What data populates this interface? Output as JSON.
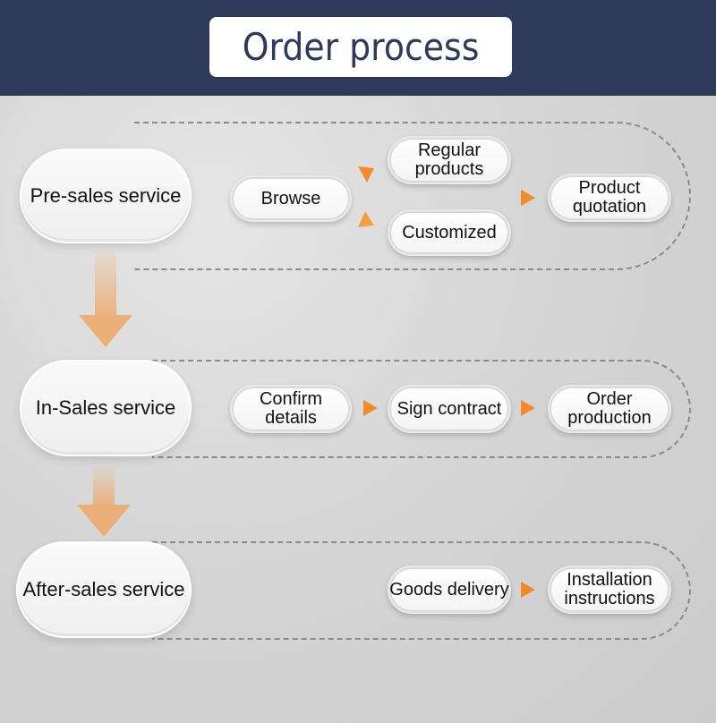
{
  "header": {
    "title": "Order process"
  },
  "stages": [
    {
      "label": "Pre-sales service",
      "steps": [
        "Browse",
        "Regular products",
        "Customized",
        "Product quotation"
      ]
    },
    {
      "label": "In-Sales service",
      "steps": [
        "Confirm details",
        "Sign contract",
        "Order production"
      ]
    },
    {
      "label": "After-sales service",
      "steps": [
        "Goods delivery",
        "Installation instructions"
      ]
    }
  ],
  "colors": {
    "header_bg": "#2e3a59",
    "title_text": "#2e3a59",
    "arrow_orange": "#f08a2c",
    "flow_arrow": "#ecaa6e"
  }
}
